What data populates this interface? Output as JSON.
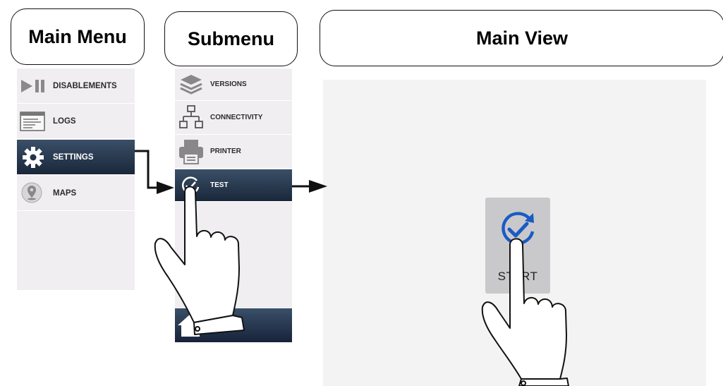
{
  "titles": {
    "main_menu": "Main Menu",
    "submenu": "Submenu",
    "main_view": "Main View"
  },
  "main_menu": {
    "items": [
      {
        "label": "DISABLEMENTS",
        "icon": "play-pause-icon",
        "active": false
      },
      {
        "label": "LOGS",
        "icon": "log-window-icon",
        "active": false
      },
      {
        "label": "SETTINGS",
        "icon": "gear-icon",
        "active": true
      },
      {
        "label": "MAPS",
        "icon": "map-pin-icon",
        "active": false
      }
    ]
  },
  "submenu": {
    "items": [
      {
        "label": "VERSIONS",
        "icon": "layers-icon",
        "active": false
      },
      {
        "label": "CONNECTIVITY",
        "icon": "network-icon",
        "active": false
      },
      {
        "label": "PRINTER",
        "icon": "printer-icon",
        "active": false
      },
      {
        "label": "TEST",
        "icon": "test-cycle-icon",
        "active": true
      }
    ],
    "home_icon": "home-icon"
  },
  "main_view": {
    "start_button_label": "START",
    "start_icon": "cycle-check-icon"
  },
  "colors": {
    "active_item": "#1f2d42",
    "panel_bg": "#f1eef2",
    "start_icon": "#1a5bc4"
  }
}
